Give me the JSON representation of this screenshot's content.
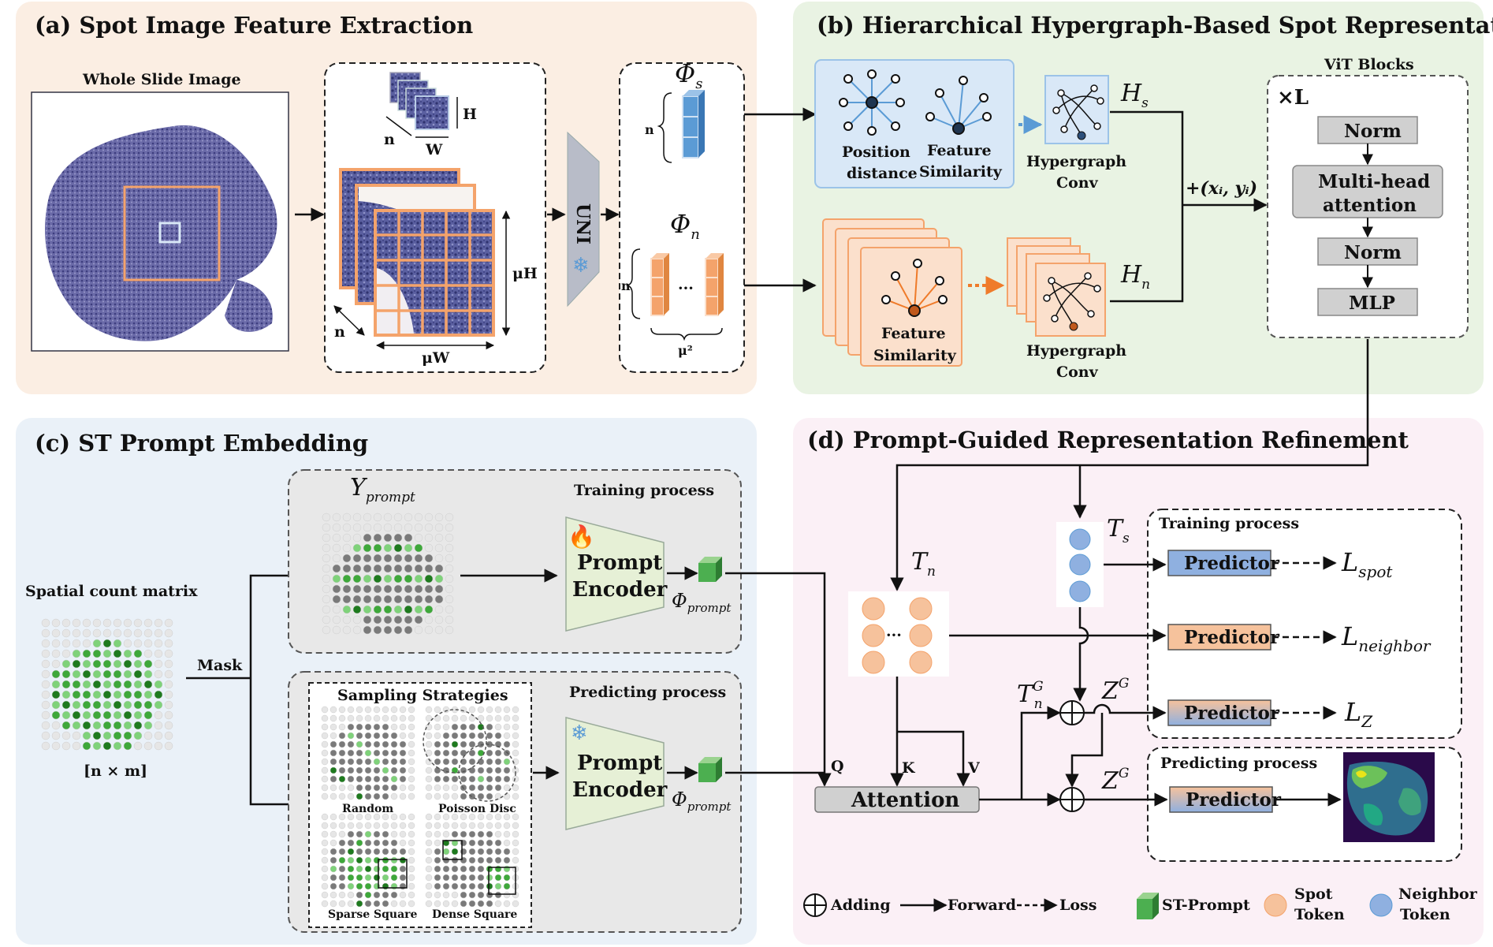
{
  "sections": {
    "a": "(a) Spot Image Feature Extraction",
    "b": "(b) Hierarchical Hypergraph-Based Spot Representation",
    "c": "(c) ST Prompt Embedding",
    "d": "(d) Prompt-Guided Representation Refinement"
  },
  "panel_a": {
    "wsi_label": "Whole Slide Image",
    "dim_H": "H",
    "dim_W": "W",
    "dim_n1": "n",
    "dim_muH": "μH",
    "dim_muW": "μW",
    "dim_n2": "n",
    "uni": "UNI",
    "phi_s": "Φ",
    "phi_s_sub": "s",
    "phi_n": "Φ",
    "phi_n_sub": "n",
    "n_s": "n",
    "n_n": "n",
    "ellipsis": "···",
    "mu2": "μ²"
  },
  "panel_b": {
    "position_distance": [
      "Position",
      "distance"
    ],
    "feature_similarity_top": [
      "Feature",
      "Similarity"
    ],
    "feature_similarity_bottom": [
      "Feature",
      "Similarity"
    ],
    "hypergraph_conv_top": [
      "Hypergraph",
      "Conv"
    ],
    "hypergraph_conv_bottom": [
      "Hypergraph",
      "Conv"
    ],
    "H_s": "H",
    "H_s_sub": "s",
    "H_n": "H",
    "H_n_sub": "n",
    "coord": "+(xᵢ, yᵢ)",
    "vit_title": "ViT Blocks",
    "times_L": "×L",
    "norm1": "Norm",
    "mha": [
      "Multi-head",
      "attention"
    ],
    "norm2": "Norm",
    "mlp": "MLP"
  },
  "panel_c": {
    "spatial_count_matrix": "Spatial count matrix",
    "matrix_dim": "[n × m]",
    "mask": "Mask",
    "y_prompt": "Y",
    "y_prompt_sub": "prompt",
    "training_process": "Training process",
    "predicting_process": "Predicting process",
    "prompt_encoder": [
      "Prompt",
      "Encoder"
    ],
    "phi_prompt": "Φ",
    "phi_prompt_sub": "prompt",
    "sampling_strategies": "Sampling Strategies",
    "strategies": [
      "Random",
      "Poisson Disc",
      "Sparse Square",
      "Dense Square"
    ]
  },
  "panel_d": {
    "T_n": "T",
    "T_n_sub": "n",
    "T_s": "T",
    "T_s_sub": "s",
    "attention": "Attention",
    "Q": "Q",
    "K": "K",
    "V": "V",
    "T_nG": "T",
    "T_nG_sup": "G",
    "T_nG_sub": "n",
    "Z_G1": "Z",
    "Z_G1_sup": "G",
    "Z_G2": "Z",
    "Z_G2_sup": "G",
    "training_process": "Training process",
    "predicting_process": "Predicting process",
    "predictor": "Predictor",
    "L_spot": "L",
    "L_spot_sub": "spot",
    "L_neighbor": "L",
    "L_neighbor_sub": "neighbor",
    "L_Z": "L",
    "L_Z_sub": "Z"
  },
  "legend": {
    "adding": "Adding",
    "forward": "Forward",
    "loss": "Loss",
    "st_prompt": "ST-Prompt",
    "spot_token": [
      "Spot",
      "Token"
    ],
    "neighbor_token": [
      "Neighbor",
      "Token"
    ]
  },
  "colors": {
    "panel_a_bg": "#fbeee3",
    "panel_b_bg": "#e9f3e3",
    "panel_c_bg": "#eaf1f8",
    "panel_d_bg": "#fbf0f6",
    "orange": "#f4a36b",
    "blue": "#5b9bd5",
    "green": "#4caf50",
    "dark_green": "#1e7a1e",
    "gray_box": "#d0d0d0"
  }
}
